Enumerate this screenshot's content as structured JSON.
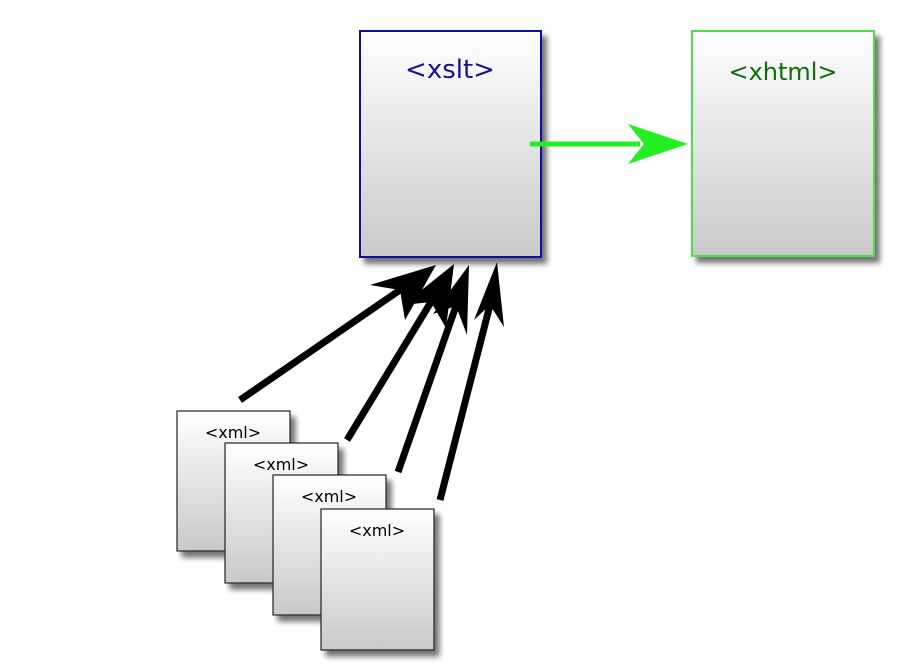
{
  "nodes": {
    "xslt": {
      "label": "<xslt>",
      "border_color": "#0a0aa0",
      "text_color": "#14148c"
    },
    "xhtml": {
      "label": "<xhtml>",
      "border_color": "#4be04b",
      "text_color": "#0e6e0e"
    },
    "xml_docs": [
      {
        "label": "<xml>"
      },
      {
        "label": "<xml>"
      },
      {
        "label": "<xml>"
      },
      {
        "label": "<xml>"
      }
    ]
  },
  "edges": {
    "transform_arrow_color": "#22ee22",
    "input_arrow_color": "#000000"
  }
}
